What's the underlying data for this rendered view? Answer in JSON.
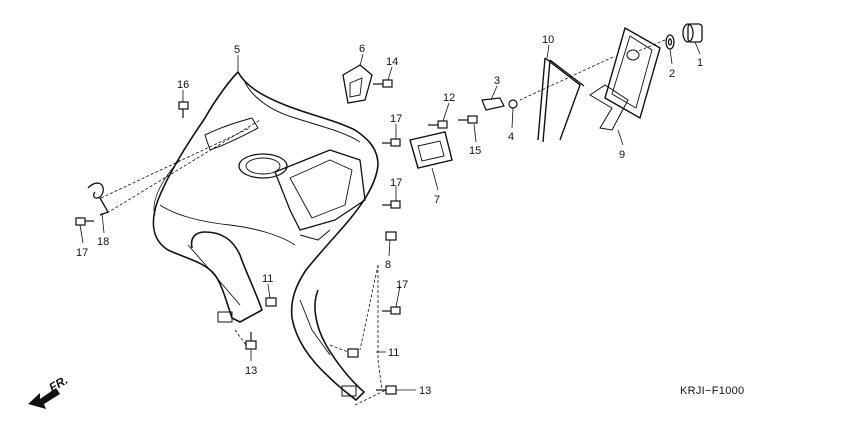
{
  "diagram": {
    "part_numbers": [
      {
        "id": "1",
        "label": "1"
      },
      {
        "id": "2",
        "label": "2"
      },
      {
        "id": "3",
        "label": "3"
      },
      {
        "id": "4",
        "label": "4"
      },
      {
        "id": "5",
        "label": "5"
      },
      {
        "id": "6",
        "label": "6"
      },
      {
        "id": "7",
        "label": "7"
      },
      {
        "id": "8",
        "label": "8"
      },
      {
        "id": "9",
        "label": "9"
      },
      {
        "id": "10",
        "label": "10"
      },
      {
        "id": "11a",
        "label": "11"
      },
      {
        "id": "11b",
        "label": "11"
      },
      {
        "id": "12",
        "label": "12"
      },
      {
        "id": "13a",
        "label": "13"
      },
      {
        "id": "13b",
        "label": "13"
      },
      {
        "id": "14",
        "label": "14"
      },
      {
        "id": "15",
        "label": "15"
      },
      {
        "id": "16",
        "label": "16"
      },
      {
        "id": "17a",
        "label": "17"
      },
      {
        "id": "17b",
        "label": "17"
      },
      {
        "id": "17c",
        "label": "17"
      },
      {
        "id": "17d",
        "label": "17"
      },
      {
        "id": "18",
        "label": "18"
      }
    ],
    "front_arrow_label": "FR.",
    "diagram_code": "KRJI−F1000"
  }
}
